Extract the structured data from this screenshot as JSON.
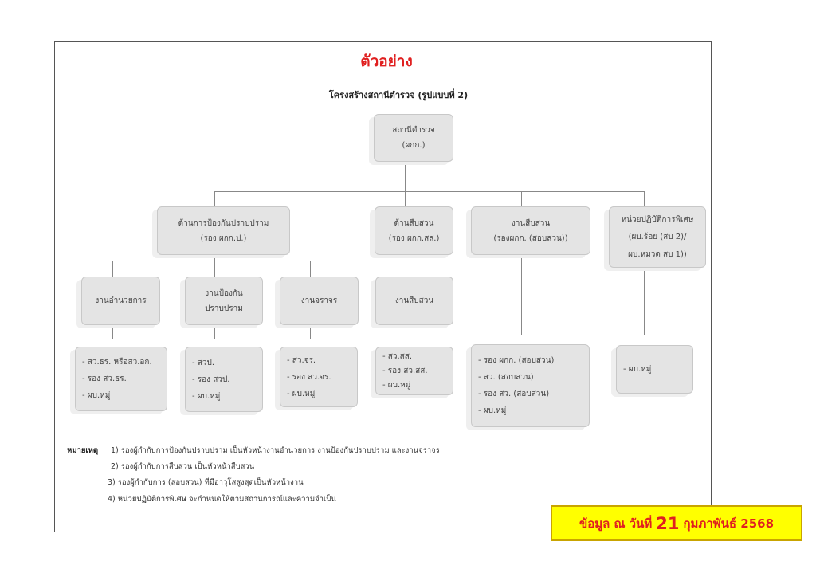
{
  "title": "ตัวอย่าง",
  "subtitle": "โครงสร้างสถานีตำรวจ (รูปแบบที่ 2)",
  "root": {
    "line1": "สถานีตำรวจ",
    "line2": "(ผกก.)"
  },
  "level1": [
    {
      "line1": "ด้านการป้องกันปราบปราม",
      "line2": "(รอง ผกก.ป.)"
    },
    {
      "line1": "ด้านสืบสวน",
      "line2": "(รอง ผกก.สส.)"
    },
    {
      "line1": "งานสืบสวน",
      "line2": "(รองผกก. (สอบสวน))"
    },
    {
      "line1": "หน่วยปฏิบัติการพิเศษ",
      "line2": "(ผบ.ร้อย (สบ 2)/",
      "line3": "ผบ.หมวด สบ 1))"
    }
  ],
  "level2": [
    {
      "line1": "งานอำนวยการ"
    },
    {
      "line1": "งานป้องกัน",
      "line2": "ปราบปราม"
    },
    {
      "line1": "งานจราจร"
    },
    {
      "line1": "งานสืบสวน"
    }
  ],
  "level3": [
    [
      "- สว.ธร. หรือสว.อก.",
      "- รอง สว.ธร.",
      "- ผบ.หมู่"
    ],
    [
      "- สวป.",
      "- รอง สวป.",
      "- ผบ.หมู่"
    ],
    [
      "- สว.จร.",
      "- รอง สว.จร.",
      "- ผบ.หมู่"
    ],
    [
      "- สว.สส.",
      "- รอง สว.สส.",
      "- ผบ.หมู่"
    ],
    [
      "- รอง ผกก. (สอบสวน)",
      "- สว. (สอบสวน)",
      "- รอง สว. (สอบสวน)",
      "- ผบ.หมู่"
    ],
    [
      "- ผบ.หมู่"
    ]
  ],
  "notes": {
    "label": "หมายเหตุ",
    "items": [
      "1) รองผู้กำกับการป้องกันปราบปราม เป็นหัวหน้างานอำนวยการ งานป้องกันปราบปราม และงานจราจร",
      "2) รองผู้กำกับการสืบสวน เป็นหัวหน้าสืบสวน",
      "3) รองผู้กำกับการ (สอบสวน) ที่มีอาวุโสสูงสุดเป็นหัวหน้างาน",
      "4) หน่วยปฏิบัติการพิเศษ จะกำหนดให้ตามสถานการณ์และความจำเป็น"
    ]
  },
  "stamp": {
    "prefix": "ข้อมูล ณ วันที่",
    "day": "21",
    "suffix": "กุมภาพันธ์ 2568"
  },
  "colors": {
    "title": "#e02020",
    "stamp_bg": "#ffff00",
    "box_bg": "#e4e4e4"
  }
}
